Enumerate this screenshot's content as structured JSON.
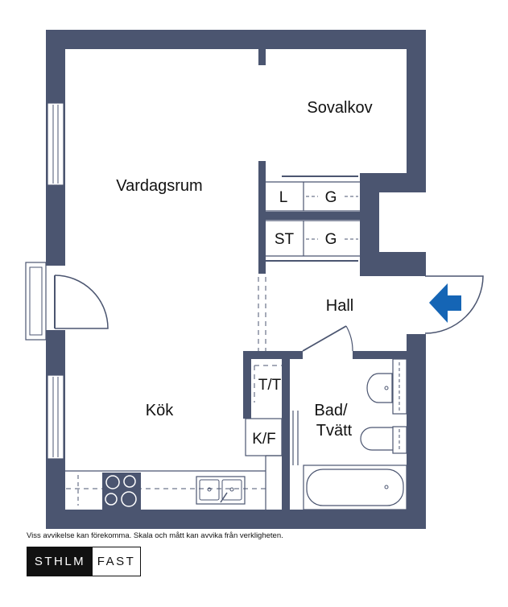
{
  "rooms": {
    "sovalkov": "Sovalkov",
    "vardagsrum": "Vardagsrum",
    "hall": "Hall",
    "kok": "Kök",
    "bad_line1": "Bad/",
    "bad_line2": "Tvätt"
  },
  "fixtures": {
    "wardrobe_top_l": "L",
    "wardrobe_top_g": "G",
    "wardrobe_bottom_st": "ST",
    "wardrobe_bottom_g": "G",
    "dryer_washer": "T/T",
    "fridge_freezer": "K/F"
  },
  "disclaimer": "Viss avvikelse kan förekomma. Skala och mått kan avvika från verkligheten.",
  "logo": {
    "left": "STHLM",
    "right": "FAST"
  },
  "colors": {
    "wall": "#4b5570",
    "entrance_arrow": "#1565b5",
    "logo_dark": "#111111"
  }
}
